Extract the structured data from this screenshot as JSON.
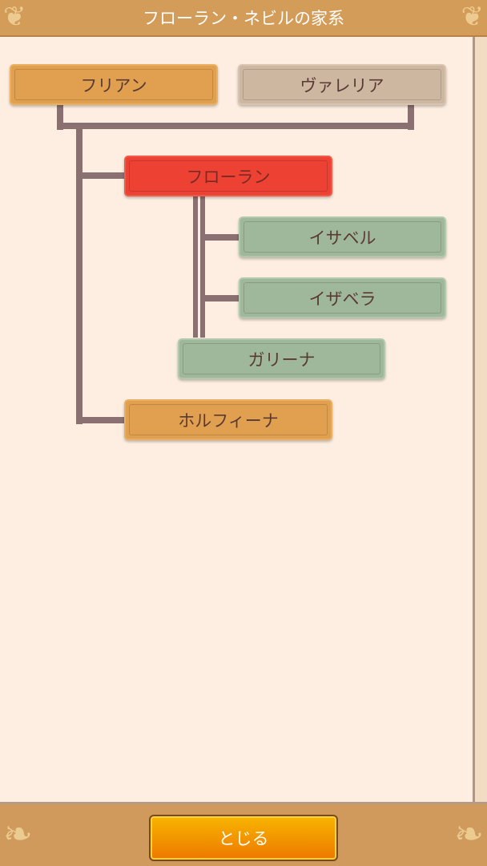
{
  "header": {
    "title": "フローラン・ネビルの家系"
  },
  "tree": {
    "father": "フリアン",
    "mother": "ヴァレリア",
    "self": "フローラン",
    "child1": "イサベル",
    "child2": "イザベラ",
    "spouse": "ガリーナ",
    "sibling": "ホルフィーナ"
  },
  "footer": {
    "close_label": "とじる"
  },
  "colors": {
    "header": "#d39c58",
    "panel": "#fdeee1",
    "orange": "#e1a04f",
    "beige": "#cdb7a1",
    "red": "#ec4133",
    "green": "#9fb89b",
    "line": "#8a7070"
  }
}
